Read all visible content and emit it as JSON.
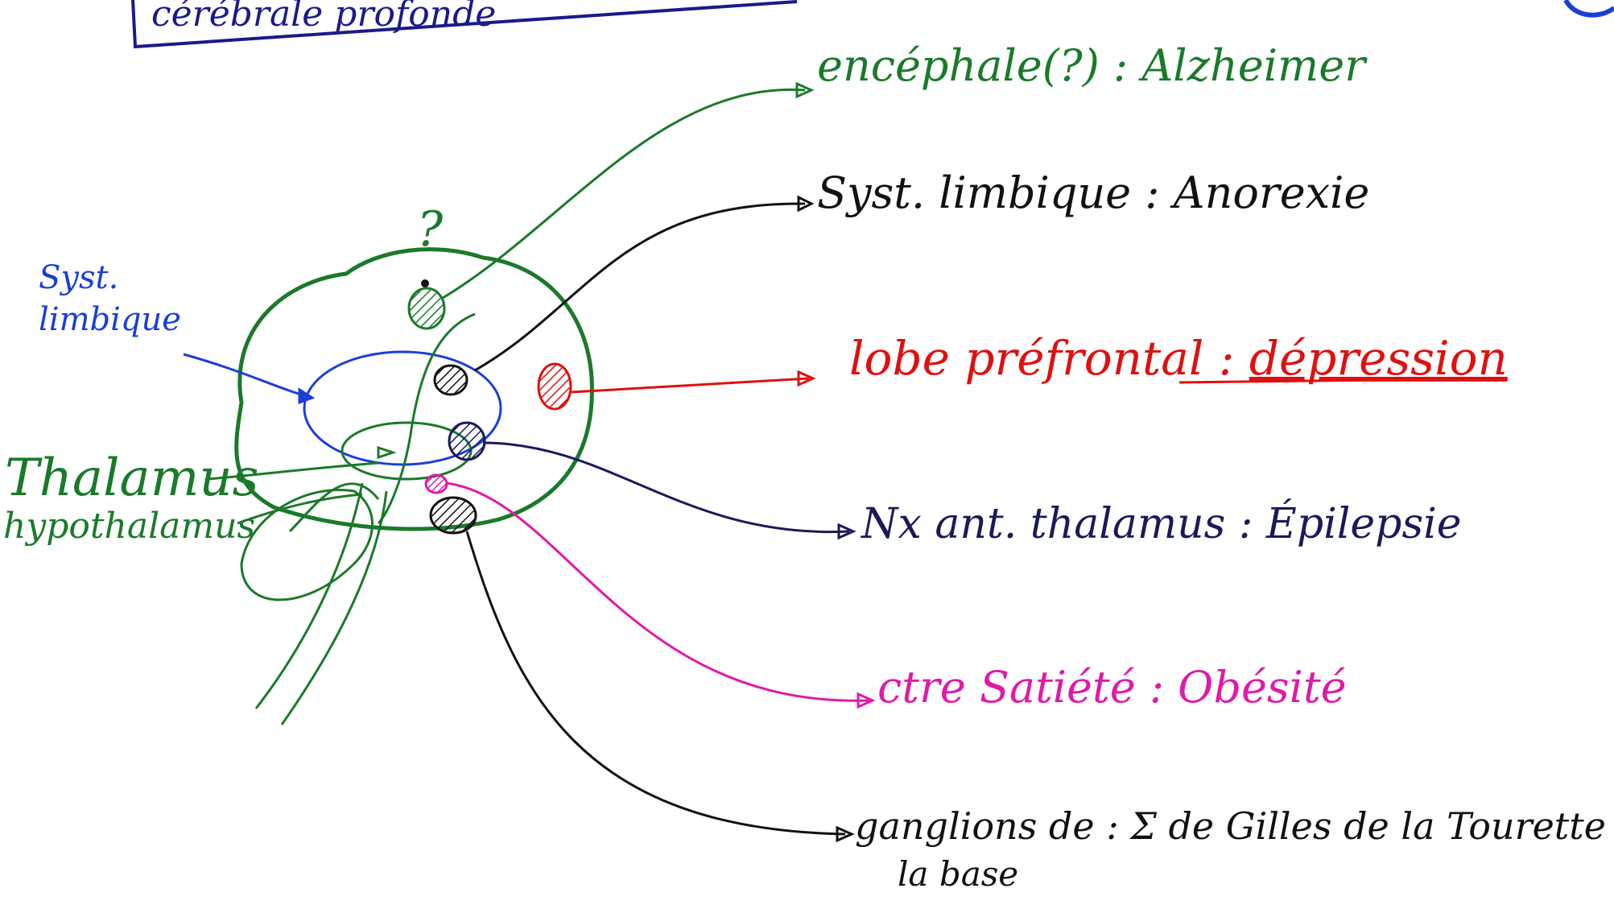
{
  "header": {
    "title": "cérébrale profonde"
  },
  "left_labels": {
    "limbic": [
      "Syst.",
      "limbique"
    ],
    "thalamus": "Thalamus",
    "hypothalamus": "hypothalamus",
    "question": "?"
  },
  "targets": [
    {
      "id": "encephale",
      "text": "encéphale(?) : Alzheimer",
      "color": "#1a7a2a"
    },
    {
      "id": "limbique",
      "text": "Syst. limbique : Anorexie",
      "color": "#111111"
    },
    {
      "id": "prefrontal",
      "label": "lobe préfrontal : ",
      "disease": "dépression",
      "color": "#e01010"
    },
    {
      "id": "thalamus",
      "text": "Nx ant. thalamus : Épilepsie",
      "color": "#1a1a5a"
    },
    {
      "id": "satiete",
      "text": "ctre Satiété : Obésité",
      "color": "#e01aa8"
    },
    {
      "id": "ganglions",
      "text": "ganglions de : Σ de Gilles de la Tourette",
      "text2": "la base",
      "color": "#111111"
    }
  ],
  "colors": {
    "green": "#1a7a2a",
    "blue": "#1a3fd6",
    "red": "#e01010",
    "navy": "#1a1a5a",
    "pink": "#e01aa8",
    "black": "#111111"
  }
}
